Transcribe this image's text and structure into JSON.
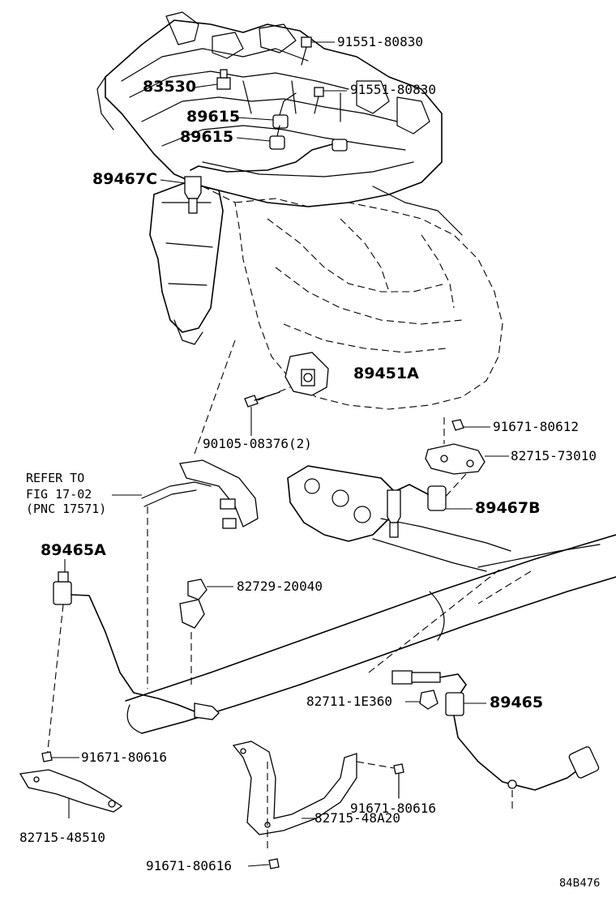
{
  "labels": {
    "p91551_top": "91551-80830",
    "p91551_mid": "91551-80830",
    "p83530": "83530",
    "p89615_a": "89615",
    "p89615_b": "89615",
    "p89467c": "89467C",
    "p89451a": "89451A",
    "p90105": "90105-08376(2)",
    "p91671_80612": "91671-80612",
    "p82715_73010": "82715-73010",
    "p89467b": "89467B",
    "refer_line1": "REFER TO",
    "refer_line2": "FIG 17-02",
    "refer_line3": "(PNC 17571)",
    "p89465a": "89465A",
    "p82729": "82729-20040",
    "p82711": "82711-1E360",
    "p89465": "89465",
    "p91671_80616_a": "91671-80616",
    "p91671_80616_b": "91671-80616",
    "p91671_80616_c": "91671-80616",
    "p82715_48510": "82715-48510",
    "p82715_48a20": "82715-48A20",
    "illustration_code": "84B476"
  }
}
